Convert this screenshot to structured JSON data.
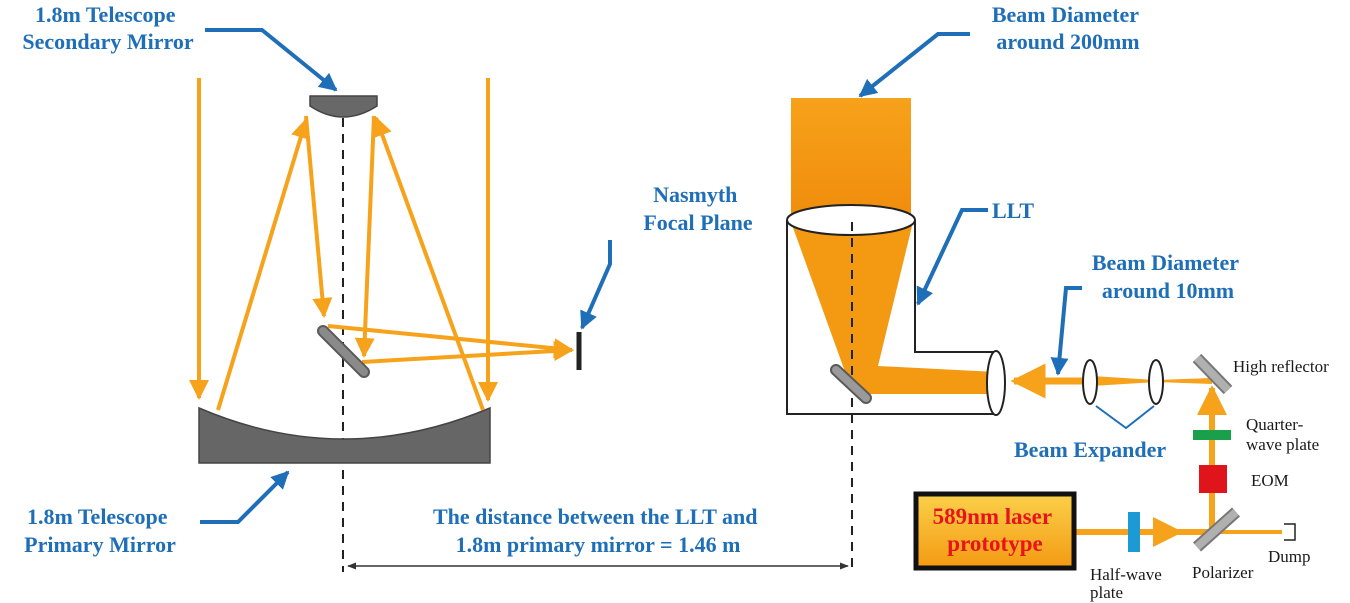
{
  "labels": {
    "secondary_mirror": [
      "1.8m Telescope",
      "Secondary Mirror"
    ],
    "primary_mirror": [
      "1.8m Telescope",
      "Primary Mirror"
    ],
    "nasmyth": [
      "Nasmyth",
      "Focal Plane"
    ],
    "beam_200": [
      "Beam Diameter",
      "around 200mm"
    ],
    "llt": "LLT",
    "beam_10": [
      "Beam Diameter",
      "around 10mm"
    ],
    "beam_expander": "Beam Expander",
    "distance": [
      "The distance between the LLT and",
      "1.8m primary mirror = 1.46 m"
    ],
    "laser": [
      "589nm laser",
      "prototype"
    ],
    "high_reflector": "High reflector",
    "quarter_wave": [
      "Quarter-",
      "wave plate"
    ],
    "eom": "EOM",
    "dump": "Dump",
    "half_wave": [
      "Half-wave",
      "plate"
    ],
    "polarizer": "Polarizer"
  },
  "colors": {
    "beam": "#f7a21b",
    "label_blue": "#1f6fb8",
    "mirror_gray": "#666666",
    "laser_fill": "#f7b21a",
    "laser_text": "#e8141b",
    "quarter_wave": "#1aa04a",
    "eom": "#e0141b",
    "half_wave": "#1c9ad6"
  }
}
